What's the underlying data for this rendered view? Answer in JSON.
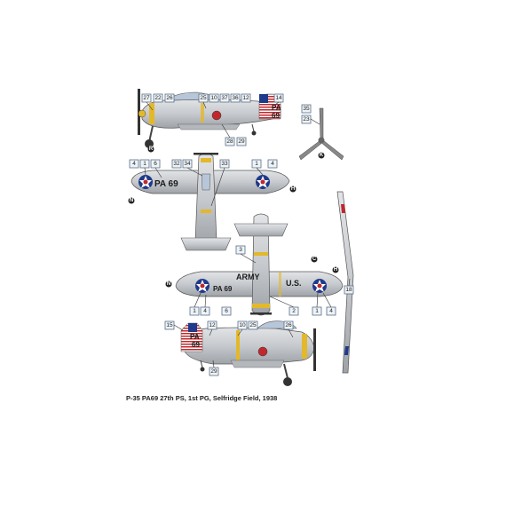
{
  "caption": "P-35 PA69 27th PS, 1st PG, Selfridge Field, 1938",
  "colors": {
    "aluminium": "#c9ccd0",
    "aluminium_dark": "#9ea3a8",
    "yellow_band": "#e3b82a",
    "roundel_blue": "#1f3a8a",
    "roundel_red": "#c0282d",
    "stripe_red": "#c0282d",
    "stripe_white": "#ffffff",
    "callout_fill": "#eef3f8",
    "callout_border": "#5a6f88"
  },
  "markings": {
    "fuselage_code": "PA",
    "fuselage_number": "69",
    "wing_code": "PA 69",
    "under_wing_left": "PA 69",
    "under_wing_army": "ARMY",
    "under_wing_us": "U.S."
  },
  "view_letters": {
    "propeller_hub": "R",
    "prop_view": "K",
    "top_left_wing": "N",
    "top_right_wing": "H",
    "bottom_left_wing": "N",
    "bottom_right_wing": "C",
    "side_wing": "H"
  },
  "callouts": {
    "side_top": [
      "27",
      "22",
      "26",
      "25",
      "10",
      "37",
      "36",
      "12",
      "14",
      "28",
      "29"
    ],
    "prop": [
      "35",
      "23"
    ],
    "top_view": [
      "4",
      "1",
      "6",
      "32",
      "34",
      "33",
      "1",
      "4"
    ],
    "bottom_view": [
      "3",
      "2",
      "1",
      "4",
      "1",
      "4",
      "6",
      "18"
    ],
    "side_bottom": [
      "15",
      "12",
      "10",
      "25",
      "26",
      "29"
    ]
  }
}
